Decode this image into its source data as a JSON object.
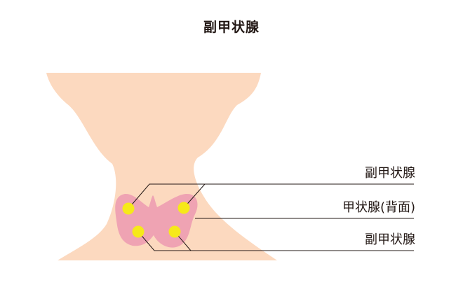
{
  "title": "副甲状腺",
  "labels": {
    "parathyroid_top": "副甲状腺",
    "thyroid_back": "甲状腺(背面)",
    "parathyroid_bottom": "副甲状腺"
  },
  "colors": {
    "skin": "#fcd9bf",
    "thyroid": "#efa3b3",
    "parathyroid": "#f6e91a",
    "line": "#231815",
    "text": "#231815"
  }
}
